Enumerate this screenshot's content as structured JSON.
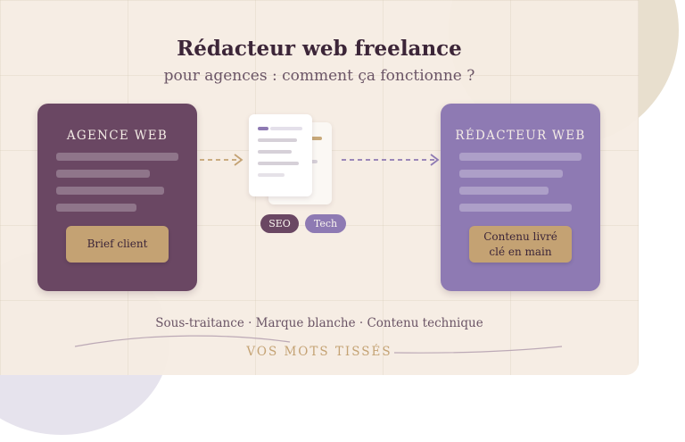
{
  "title": "Rédacteur web freelance",
  "subtitle": "pour agences : comment ça fonctionne ?",
  "left_card": {
    "title": "AGENCE WEB",
    "button": "Brief client"
  },
  "right_card": {
    "title": "RÉDACTEUR WEB",
    "button_line1": "Contenu livré",
    "button_line2": "clé en main"
  },
  "tags": [
    "SEO",
    "Tech"
  ],
  "footer": {
    "services": "Sous-traitance · Marque blanche · Contenu technique",
    "brand": "VOS MOTS TISSÉS"
  },
  "colors": {
    "plum": "#6a4763",
    "lavender": "#8e7ab3",
    "gold": "#c4a273",
    "cream": "#f6ede3"
  }
}
